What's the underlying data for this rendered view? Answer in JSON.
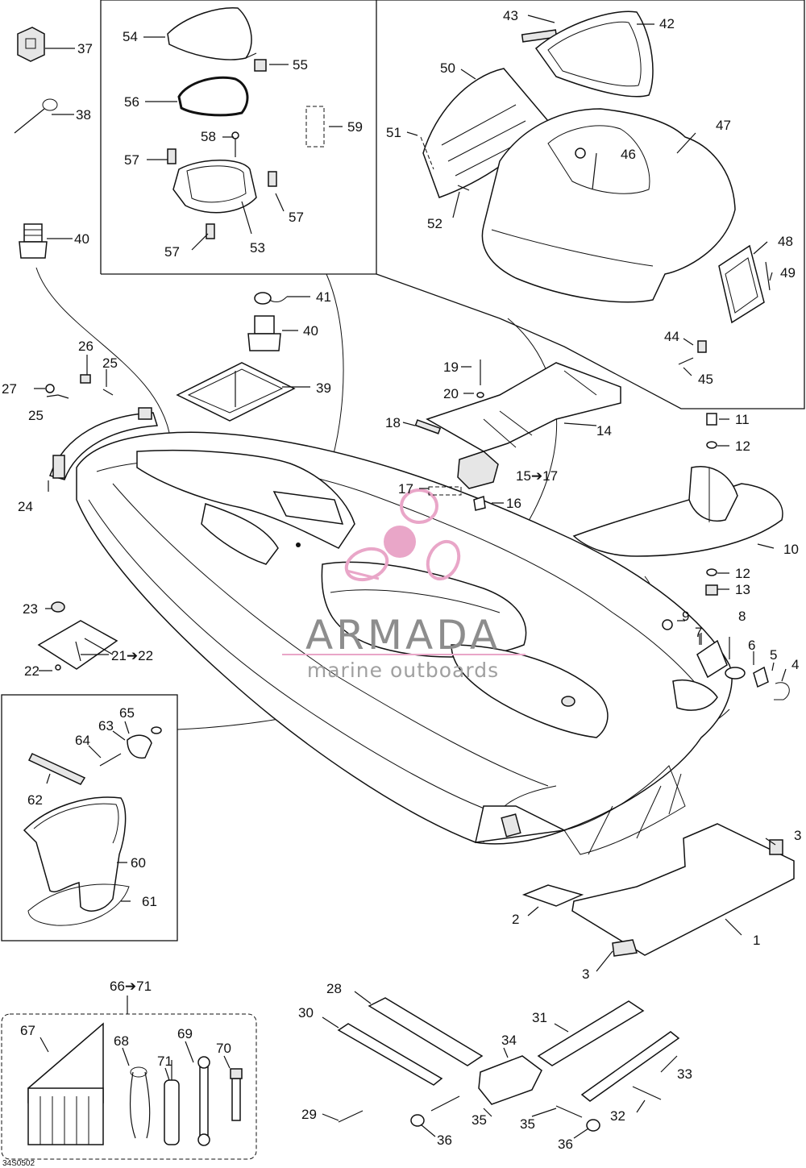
{
  "drawing_code": "34S0502",
  "watermark": {
    "brand": "ARMADA",
    "tagline": "marine outboards",
    "accent_color": "#e9a6c8"
  },
  "callouts": {
    "c1": "1",
    "c2": "2",
    "c3a": "3",
    "c3b": "3",
    "c4": "4",
    "c5": "5",
    "c6": "6",
    "c7": "7",
    "c8": "8",
    "c9": "9",
    "c10": "10",
    "c11": "11",
    "c12a": "12",
    "c12b": "12",
    "c13": "13",
    "c14": "14",
    "c15": "15➔17",
    "c16": "16",
    "c17": "17",
    "c18": "18",
    "c19": "19",
    "c20": "20",
    "c21": "21➔22",
    "c22": "22",
    "c23": "23",
    "c24": "24",
    "c25a": "25",
    "c25b": "25",
    "c26": "26",
    "c27": "27",
    "c28": "28",
    "c29": "29",
    "c30": "30",
    "c31": "31",
    "c32": "32",
    "c33": "33",
    "c34": "34",
    "c35a": "35",
    "c35b": "35",
    "c36a": "36",
    "c36b": "36",
    "c37": "37",
    "c38": "38",
    "c39": "39",
    "c40a": "40",
    "c40b": "40",
    "c41": "41",
    "c42": "42",
    "c43": "43",
    "c44": "44",
    "c45": "45",
    "c46": "46",
    "c47": "47",
    "c48": "48",
    "c49": "49",
    "c50": "50",
    "c51": "51",
    "c52": "52",
    "c53": "53",
    "c54": "54",
    "c55": "55",
    "c56": "56",
    "c57a": "57",
    "c57b": "57",
    "c57c": "57",
    "c58": "58",
    "c59": "59",
    "c60": "60",
    "c61": "61",
    "c62": "62",
    "c63": "63",
    "c64": "64",
    "c65": "65",
    "c66": "66➔71",
    "c67": "67",
    "c68": "68",
    "c69": "69",
    "c70": "70",
    "c71": "71"
  }
}
